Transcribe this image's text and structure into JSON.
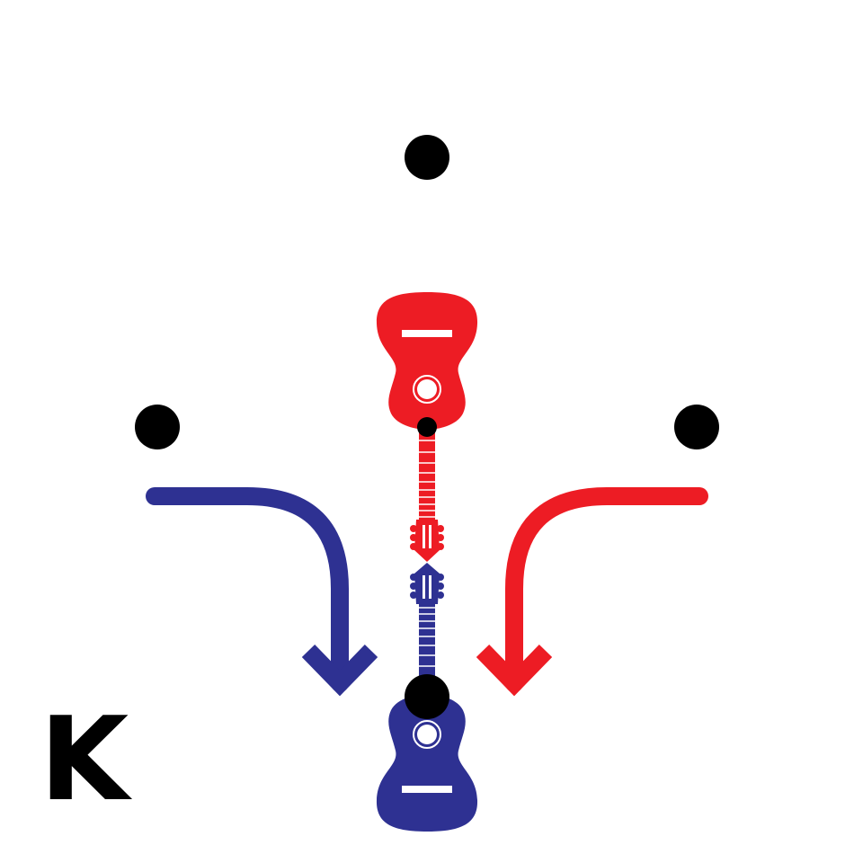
{
  "panel_label": "K",
  "colors": {
    "red": "#ed1c24",
    "blue": "#2e3192",
    "dot": "#000000",
    "background": "#ffffff"
  },
  "markers": [
    {
      "id": "top-dot"
    },
    {
      "id": "left-dot"
    },
    {
      "id": "right-dot"
    },
    {
      "id": "center-dot"
    },
    {
      "id": "bottom-dot"
    }
  ],
  "guitars": [
    {
      "id": "red-guitar",
      "color": "red",
      "orientation": "body-up"
    },
    {
      "id": "blue-guitar",
      "color": "blue",
      "orientation": "body-down"
    }
  ],
  "arrows": [
    {
      "id": "blue-arrow",
      "color": "blue",
      "from": "left",
      "to": "down"
    },
    {
      "id": "red-arrow",
      "color": "red",
      "from": "right",
      "to": "down"
    }
  ]
}
